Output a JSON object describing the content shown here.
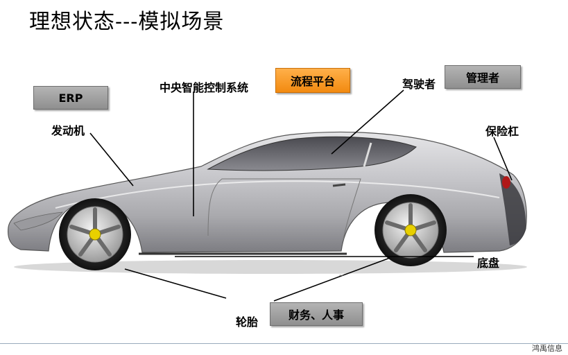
{
  "title": "理想状态---模拟场景",
  "labels": {
    "engine": "发动机",
    "central_control": "中央智能控制系统",
    "driver": "驾驶者",
    "bumper": "保险杠",
    "chassis": "底盘",
    "tire": "轮胎"
  },
  "boxes": {
    "erp": "ERP",
    "process_platform": "流程平台",
    "manager": "管理者",
    "finance_hr": "财务、人事"
  },
  "footer": "鸿禹信息",
  "colors": {
    "box_gray": "#a0a0a0",
    "box_orange": "#f7a030",
    "wheel_center": "#e8d000"
  }
}
